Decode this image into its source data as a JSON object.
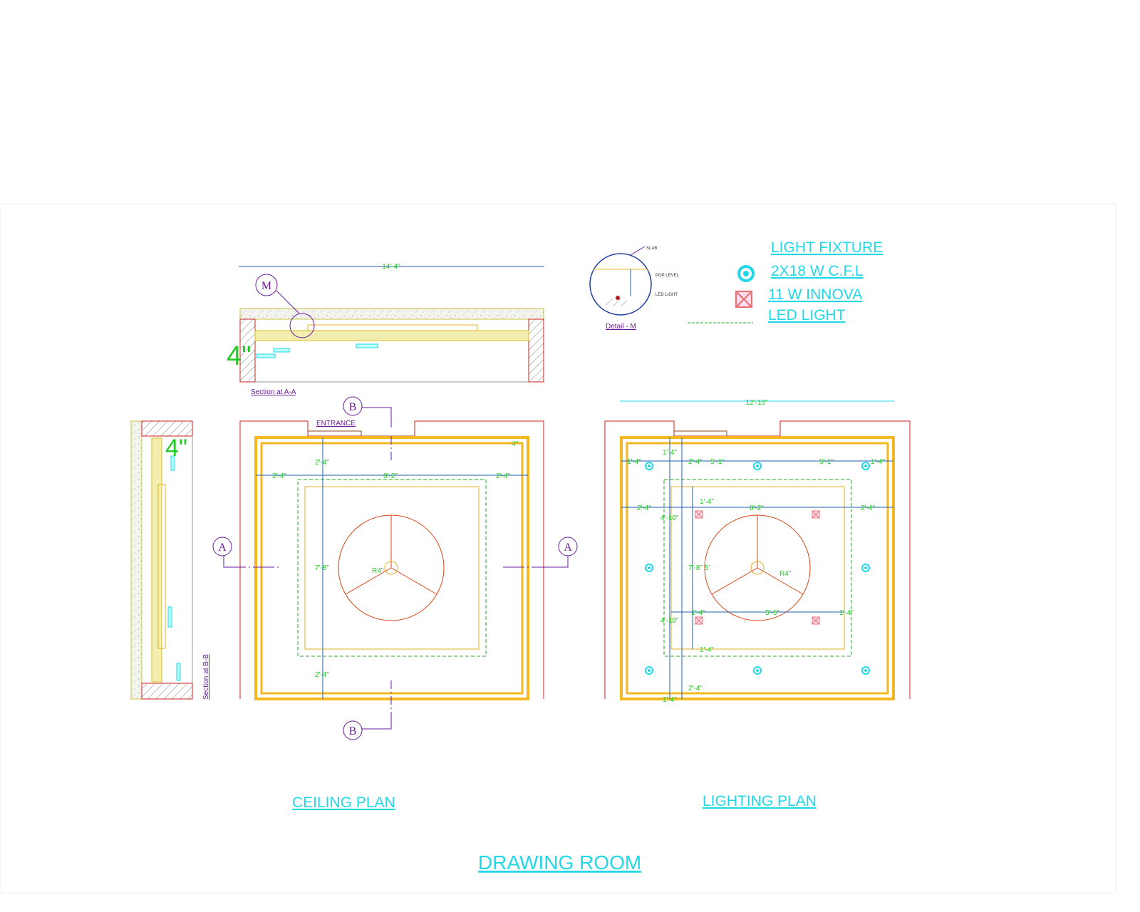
{
  "drawing": {
    "title": "DRAWING ROOM",
    "ceiling_plan_title": "CEILING PLAN",
    "lighting_plan_title": "LIGHTING PLAN",
    "section_aa_label": "Section at A-A",
    "section_bb_label": "Section at B-B",
    "detail_label": "Detail - M",
    "entrance_label": "ENTRANCE",
    "section_tags": {
      "a": "A",
      "b": "B",
      "m": "M"
    },
    "detail_notes": [
      "SLAB",
      "POP LEVEL",
      "LED LIGHT"
    ],
    "height_callout": "4\""
  },
  "legend": {
    "title": "LIGHT FIXTURE",
    "items": [
      {
        "label": "2X18 W C.F.L",
        "icon": "cfl-light-icon",
        "color": "#22d8e8"
      },
      {
        "label": "11 W INNOVA",
        "icon": "led-light-icon",
        "color": "#e57373"
      },
      {
        "label": "LED LIGHT",
        "icon": "led-strip-line",
        "color": "#22aa22"
      }
    ]
  },
  "dimensions": {
    "section_width": "14'-4\"",
    "lighting_width": "12'-10\"",
    "ceiling": {
      "top": "2'-4\"",
      "left": "2'-4\"",
      "middle": "8'-2\"",
      "right": "2'-4\"",
      "height": "7'-8\"",
      "bottom": "2'-4\"",
      "edge": "4\"",
      "radius": "R4\""
    },
    "lighting": {
      "row1": [
        "1'-4\"",
        "2'-4\"",
        "5'-1\"",
        "5'-1\"",
        "1'-4\""
      ],
      "top": "1'-4\"",
      "row2": [
        "2'-4\"",
        "8'-2\"",
        "2'-4\""
      ],
      "inner_top": "1'-4\"",
      "v_upper": "4'-10\"",
      "v_middle": "7'-8\" 5'",
      "v_lower": "4'-10\"",
      "row3": [
        "1'-4\"",
        "5'-6\"",
        "1'-4\""
      ],
      "inner_bottom": "1'-4\"",
      "bottom": "2'-4\"",
      "bottom_edge": "1'-4\"",
      "radius": "R4\""
    }
  },
  "colors": {
    "wall": "#cc2222",
    "cove": "#f5b820",
    "dimension_line": "#1f5fb0",
    "fan": "#d84315",
    "text": "#22d8e8"
  }
}
